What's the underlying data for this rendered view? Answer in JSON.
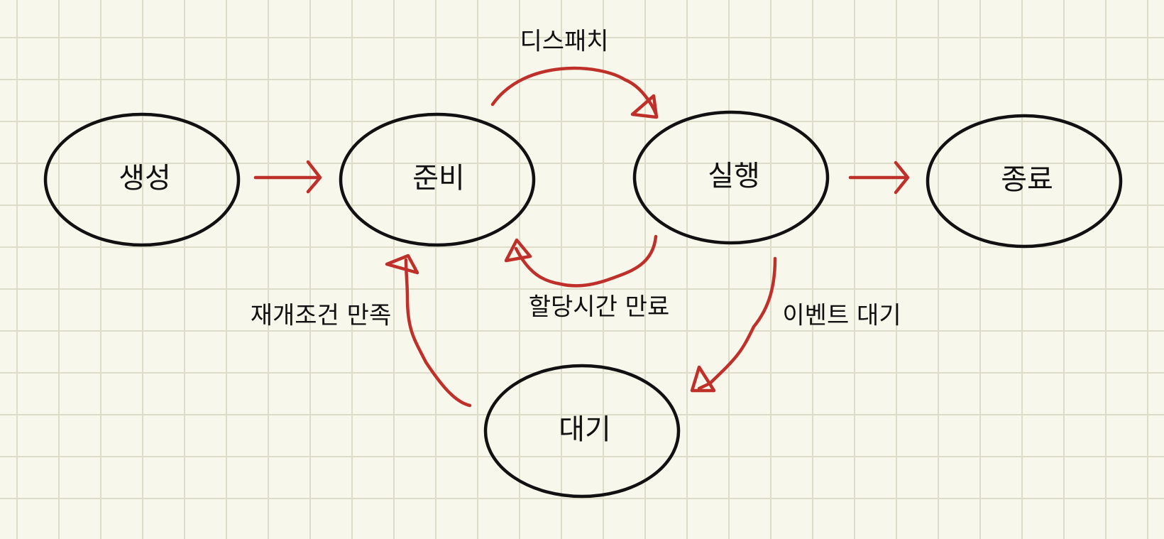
{
  "colors": {
    "background": "#f8f7ec",
    "grid": "#dddcc8",
    "node_stroke": "#111111",
    "arrow": "#c0302a",
    "text": "#111111"
  },
  "nodes": {
    "created": "생성",
    "ready": "준비",
    "running": "실행",
    "terminated": "종료",
    "waiting": "대기"
  },
  "edges": {
    "dispatch": "디스패치",
    "timeout": "할당시간 만료",
    "event_wait": "이벤트 대기",
    "resume": "재개조건 만족"
  }
}
